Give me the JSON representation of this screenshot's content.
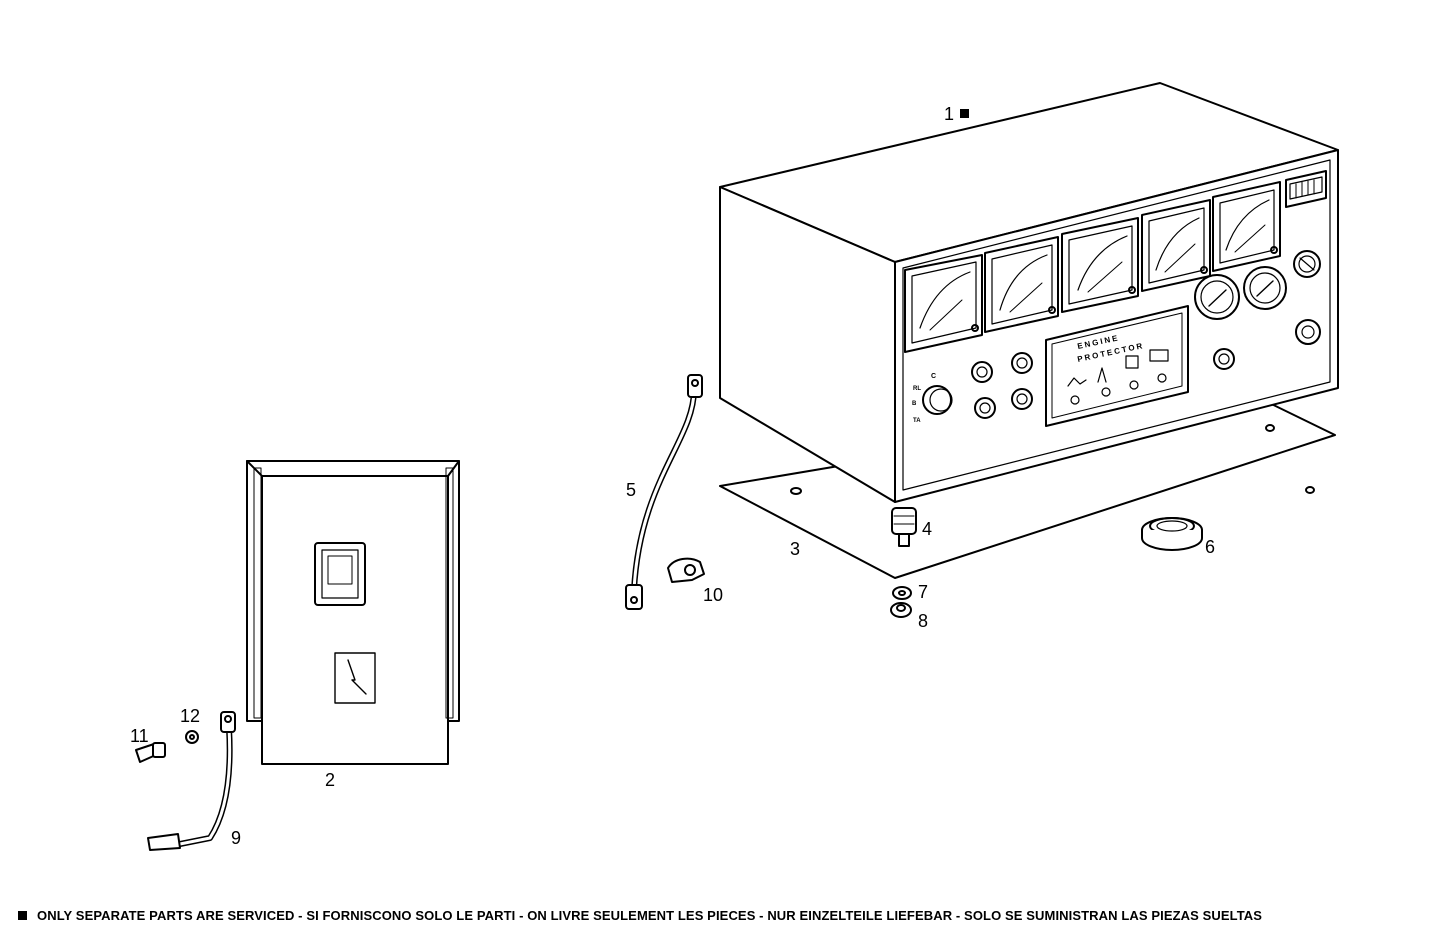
{
  "callouts": {
    "c1": "1",
    "c2": "2",
    "c3": "3",
    "c4": "4",
    "c5": "5",
    "c6": "6",
    "c7": "7",
    "c8": "8",
    "c9": "9",
    "c10": "10",
    "c11": "11",
    "c12": "12"
  },
  "panel_label": {
    "line1": "ENGINE",
    "line2": "PROTECTOR"
  },
  "switch_marks": {
    "top": "C",
    "left_top": "RL",
    "left_mid": "B",
    "left_bot": "TA"
  },
  "footer_note": "ONLY SEPARATE PARTS ARE SERVICED - SI FORNISCONO SOLO LE PARTI - ON LIVRE SEULEMENT LES PIECES - NUR EINZELTEILE LIEFEBAR - SOLO SE SUMINISTRAN LAS PIEZAS SUELTAS"
}
